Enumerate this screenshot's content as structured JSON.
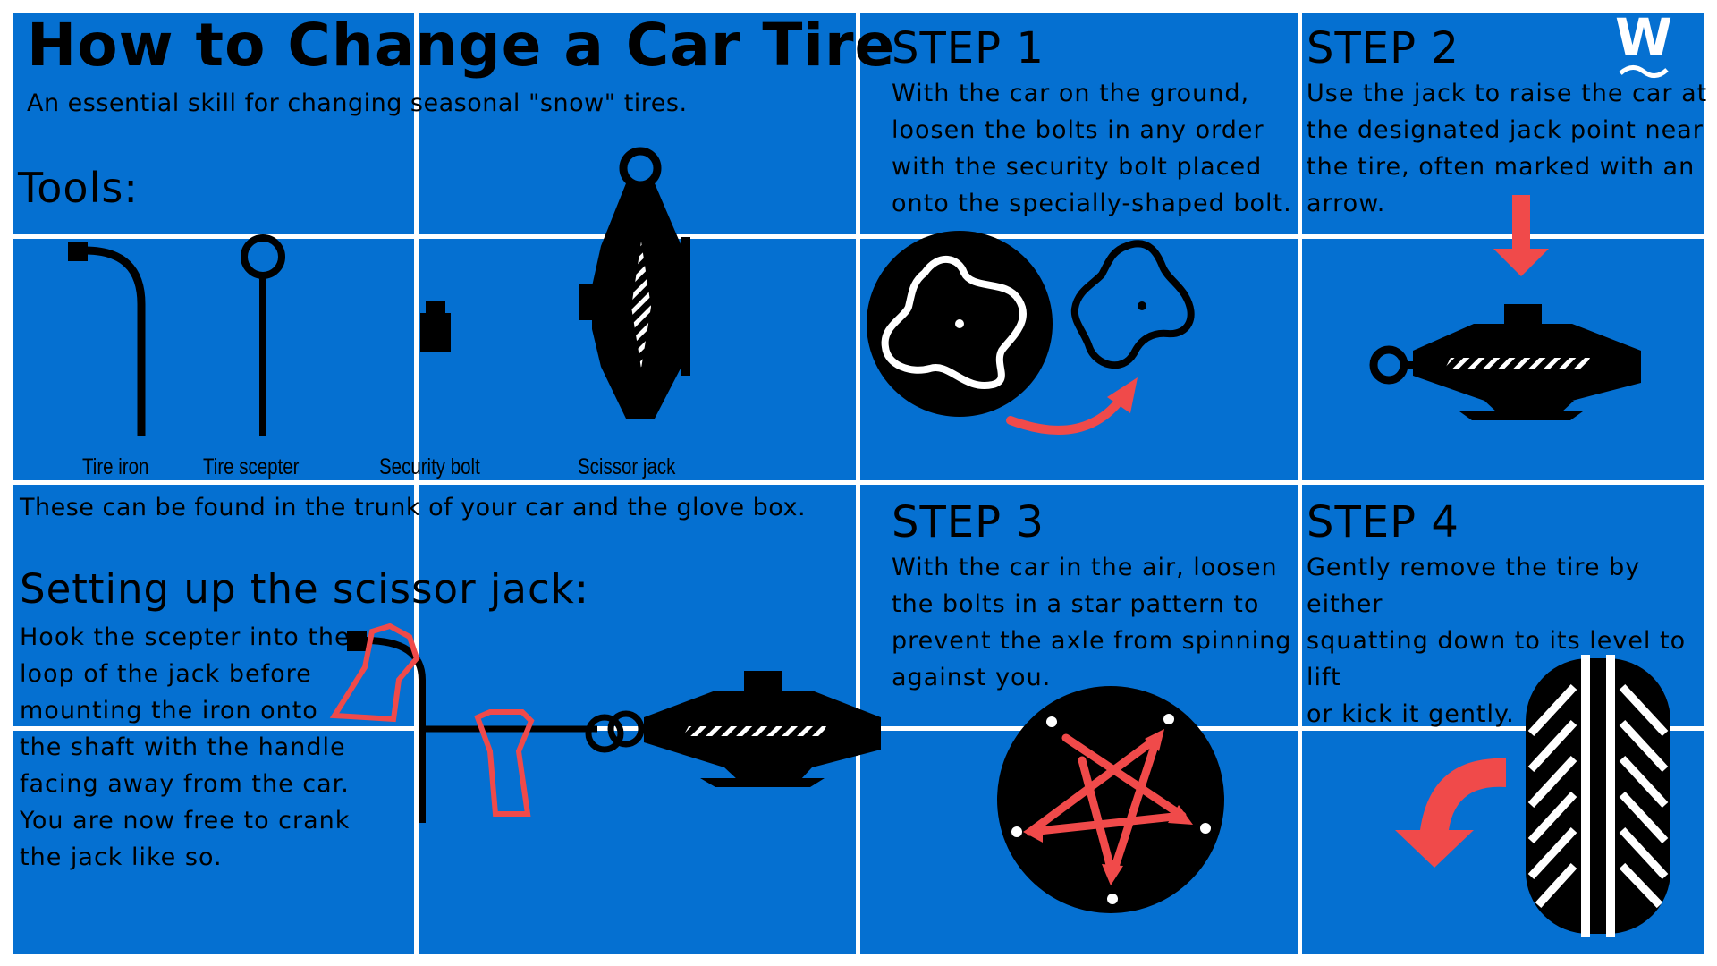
{
  "title": "How to Change a Car Tire",
  "subtitle": "An essential skill for changing seasonal \"snow\" tires.",
  "tools": {
    "heading": "Tools:",
    "items": [
      {
        "label": "Tire iron"
      },
      {
        "label": "Tire scepter"
      },
      {
        "label": "Security bolt"
      },
      {
        "label": "Scissor jack"
      }
    ],
    "location_note": "These can be found in the trunk of your car and the glove box."
  },
  "setup": {
    "heading": "Setting up the scissor jack:",
    "lines": [
      "Hook the scepter into the",
      "loop of the jack before",
      "mounting the iron onto",
      "the shaft with the handle",
      "facing away from the car.",
      "You are now free to crank",
      "the jack like so."
    ]
  },
  "steps": [
    {
      "heading": "STEP 1",
      "lines": [
        "With the car on the ground,",
        "loosen the bolts in any order",
        "with the security bolt placed",
        "onto the specially-shaped bolt."
      ]
    },
    {
      "heading": "STEP 2",
      "lines": [
        "Use the jack to raise the car at",
        "the designated jack point near",
        "the tire, often marked with an",
        "arrow."
      ]
    },
    {
      "heading": "STEP 3",
      "lines": [
        "With the car in the air, loosen",
        "the bolts in a star pattern to",
        "prevent the axle from spinning",
        "against you."
      ]
    },
    {
      "heading": "STEP 4",
      "lines": [
        "Gently remove the tire by either",
        "squatting down to its level to lift",
        "or kick it gently."
      ]
    }
  ],
  "logo": {
    "letter": "W"
  },
  "colors": {
    "panel": "#0570d1",
    "grid": "#ffffff",
    "accent": "#f04a4a",
    "ink": "#000000"
  },
  "icons": [
    "tire-iron-icon",
    "tire-scepter-icon",
    "security-bolt-icon",
    "scissor-jack-icon",
    "bolt-pattern-icon",
    "curved-arrow-icon",
    "down-arrow-icon",
    "star-pattern-icon",
    "tire-tread-icon",
    "logo-icon"
  ]
}
